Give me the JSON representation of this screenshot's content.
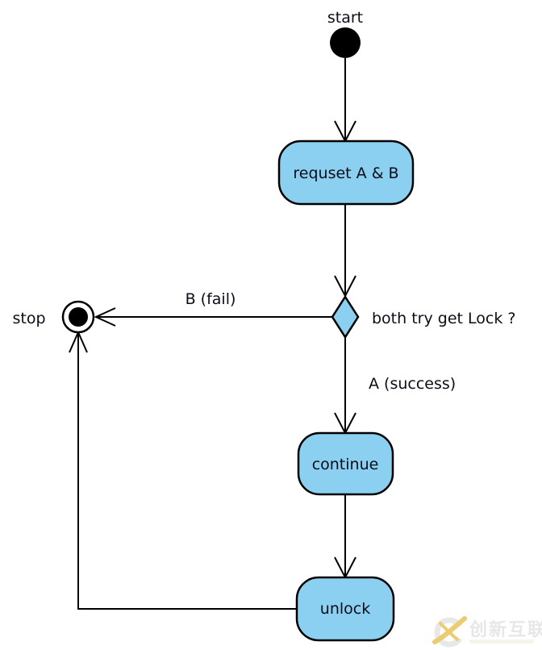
{
  "diagram": {
    "nodes": {
      "start": "start",
      "request": "requset A & B",
      "decision": "both try get Lock ?",
      "stop": "stop",
      "continue": "continue",
      "unlock": "unlock"
    },
    "edge_labels": {
      "fail": "B (fail)",
      "success": "A (success)"
    },
    "colors": {
      "node_fill": "#8BD0F0",
      "stroke": "#000000",
      "text": "#0D0D1A"
    }
  },
  "watermark": {
    "brand": "创新互联",
    "accent": "#E8C458",
    "gray": "#E4E4E4"
  }
}
